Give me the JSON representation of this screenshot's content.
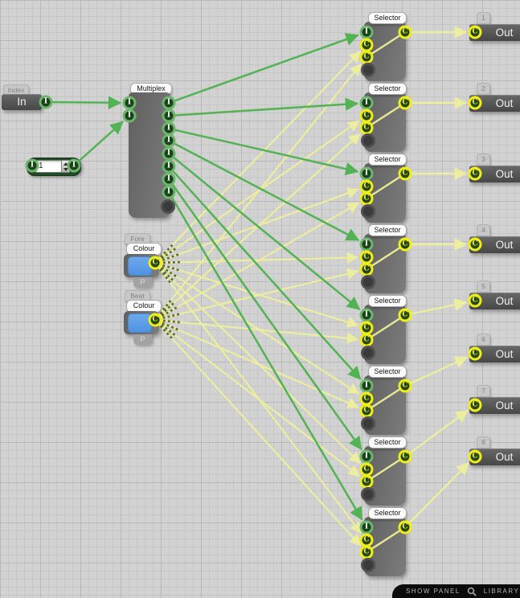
{
  "app": {
    "type": "node-graph-editor"
  },
  "colors": {
    "link_green": "#53b253",
    "link_yellow": "#ededa0",
    "link_selection": "#e8e893",
    "link_dash_olive": "#5b6c25",
    "port_ring_green": "#6db46d",
    "port_ring_yellow": "#f1ee16",
    "port_fill_dark_green": "#1b431b",
    "swatch_blue": "#5da0e8",
    "node_gray": "#6b6b6b"
  },
  "port_letters": {
    "integer": "I",
    "colour": "C"
  },
  "nodes": {
    "index": {
      "tab": "Index",
      "label": "In"
    },
    "number": {
      "value": "1"
    },
    "multiplex": {
      "tab": "Multiplex"
    },
    "fore": {
      "group": "Fore",
      "tab": "Colour",
      "sub_label": "P"
    },
    "beat": {
      "group": "Beat",
      "tab": "Colour",
      "sub_label": "P"
    }
  },
  "selectors": [
    {
      "label": "Selector"
    },
    {
      "label": "Selector"
    },
    {
      "label": "Selector"
    },
    {
      "label": "Selector"
    },
    {
      "label": "Selector"
    },
    {
      "label": "Selector"
    },
    {
      "label": "Selector"
    },
    {
      "label": "Selector"
    }
  ],
  "outs": [
    {
      "tab": "1",
      "label": "Out"
    },
    {
      "tab": "2",
      "label": "Out"
    },
    {
      "tab": "3",
      "label": "Out"
    },
    {
      "tab": "4",
      "label": "Out"
    },
    {
      "tab": "5",
      "label": "Out"
    },
    {
      "tab": "6",
      "label": "Out"
    },
    {
      "tab": "7",
      "label": "Out"
    },
    {
      "tab": "8",
      "label": "Out"
    }
  ],
  "links": {
    "green": [
      [
        "index.out",
        "multiplex.in1"
      ],
      [
        "number.out",
        "multiplex.in2"
      ],
      [
        "multiplex.out1",
        "selector1.index"
      ],
      [
        "multiplex.out2",
        "selector2.index"
      ],
      [
        "multiplex.out3",
        "selector3.index"
      ],
      [
        "multiplex.out4",
        "selector4.index"
      ],
      [
        "multiplex.out5",
        "selector5.index"
      ],
      [
        "multiplex.out6",
        "selector6.index"
      ],
      [
        "multiplex.out7",
        "selector7.index"
      ],
      [
        "multiplex.out8",
        "selector8.index"
      ]
    ],
    "colour": [
      [
        "fore.out",
        "selector1.colour1"
      ],
      [
        "fore.out",
        "selector2.colour1"
      ],
      [
        "fore.out",
        "selector3.colour1"
      ],
      [
        "fore.out",
        "selector4.colour1"
      ],
      [
        "fore.out",
        "selector5.colour1"
      ],
      [
        "fore.out",
        "selector6.colour1"
      ],
      [
        "fore.out",
        "selector7.colour1"
      ],
      [
        "fore.out",
        "selector8.colour1"
      ],
      [
        "beat.out",
        "selector1.colour2"
      ],
      [
        "beat.out",
        "selector2.colour2"
      ],
      [
        "beat.out",
        "selector3.colour2"
      ],
      [
        "beat.out",
        "selector4.colour2"
      ],
      [
        "beat.out",
        "selector5.colour2"
      ],
      [
        "beat.out",
        "selector6.colour2"
      ],
      [
        "beat.out",
        "selector7.colour2"
      ],
      [
        "beat.out",
        "selector8.colour2"
      ]
    ],
    "selection": [
      [
        "selector1.colour2",
        "selector1.out"
      ],
      [
        "selector2.colour2",
        "selector2.out"
      ],
      [
        "selector3.colour2",
        "selector3.out"
      ],
      [
        "selector4.colour2",
        "selector4.out"
      ],
      [
        "selector5.colour2",
        "selector5.out"
      ],
      [
        "selector6.colour2",
        "selector6.out"
      ],
      [
        "selector7.colour2",
        "selector7.out"
      ],
      [
        "selector8.colour2",
        "selector8.out"
      ]
    ],
    "output": [
      [
        "selector1.out",
        "out1.in"
      ],
      [
        "selector2.out",
        "out2.in"
      ],
      [
        "selector3.out",
        "out3.in"
      ],
      [
        "selector4.out",
        "out4.in"
      ],
      [
        "selector5.out",
        "out5.in"
      ],
      [
        "selector6.out",
        "out6.in"
      ],
      [
        "selector7.out",
        "out7.in"
      ],
      [
        "selector8.out",
        "out8.in"
      ]
    ]
  },
  "statusbar": {
    "show_panel": "SHOW PANEL",
    "library": "LIBRARY"
  }
}
